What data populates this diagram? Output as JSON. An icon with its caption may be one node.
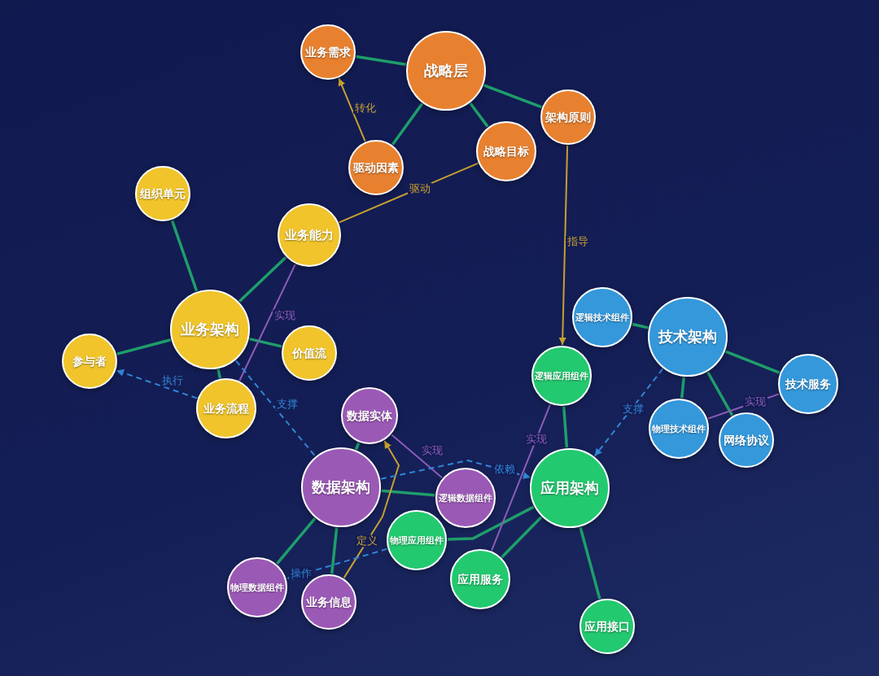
{
  "diagram": {
    "nodes": [
      {
        "text": [
          "战略层"
        ]
      },
      {
        "text": [
          "业务需求"
        ]
      },
      {
        "text": [
          "架构原则"
        ]
      },
      {
        "text": [
          "战略目标"
        ]
      },
      {
        "text": [
          "驱动因素"
        ]
      },
      {
        "text": [
          "业务架构"
        ]
      },
      {
        "text": [
          "组织单元"
        ]
      },
      {
        "text": [
          "业务能力"
        ]
      },
      {
        "text": [
          "参与者"
        ]
      },
      {
        "text": [
          "价值流"
        ]
      },
      {
        "text": [
          "业务流程"
        ]
      },
      {
        "text": [
          "数据架构"
        ]
      },
      {
        "text": [
          "数据实体"
        ]
      },
      {
        "text": [
          "逻辑数据组件"
        ]
      },
      {
        "text": [
          "物理数据组件"
        ]
      },
      {
        "text": [
          "业务信息"
        ]
      },
      {
        "text": [
          "应用架构"
        ]
      },
      {
        "text": [
          "逻辑应用组件"
        ]
      },
      {
        "text": [
          "物理应用组件"
        ]
      },
      {
        "text": [
          "应用服务"
        ]
      },
      {
        "text": [
          "应用接口"
        ]
      },
      {
        "text": [
          "技术架构"
        ]
      },
      {
        "text": [
          "逻辑技术组件"
        ]
      },
      {
        "text": [
          "技术服务"
        ]
      },
      {
        "text": [
          "物理技术组件"
        ]
      },
      {
        "text": [
          "网络协议"
        ]
      }
    ],
    "edges": [
      {
        "from": 0,
        "to": 1,
        "arrow": "none"
      },
      {
        "from": 0,
        "to": 2,
        "arrow": "none"
      },
      {
        "from": 0,
        "to": 3,
        "arrow": "none"
      },
      {
        "from": 0,
        "to": 4,
        "arrow": "none"
      },
      {
        "from": 5,
        "to": 6,
        "arrow": "none"
      },
      {
        "from": 5,
        "to": 7,
        "arrow": "none"
      },
      {
        "from": 5,
        "to": 8,
        "arrow": "none"
      },
      {
        "from": 5,
        "to": 9,
        "arrow": "none"
      },
      {
        "from": 5,
        "to": 10,
        "arrow": "none"
      },
      {
        "from": 11,
        "to": 12,
        "arrow": "none"
      },
      {
        "from": 11,
        "to": 13,
        "arrow": "none"
      },
      {
        "from": 11,
        "to": 14,
        "arrow": "none"
      },
      {
        "from": 11,
        "to": 15,
        "arrow": "none"
      },
      {
        "from": 16,
        "to": 17,
        "arrow": "none"
      },
      {
        "from": 16,
        "to": 18,
        "arrow": "none"
      },
      {
        "from": 16,
        "to": 19,
        "arrow": "none"
      },
      {
        "from": 16,
        "to": 20,
        "arrow": "none"
      },
      {
        "from": 21,
        "to": 22,
        "arrow": "none"
      },
      {
        "from": 21,
        "to": 23,
        "arrow": "none"
      },
      {
        "from": 21,
        "to": 24,
        "arrow": "none"
      },
      {
        "from": 21,
        "to": 25,
        "arrow": "none"
      },
      {
        "from": 4,
        "to": 1,
        "arrow": "to",
        "label": "转化",
        "color": "#c9a02e"
      },
      {
        "from": 3,
        "to": 7,
        "arrow": "none",
        "label": "驱动",
        "color": "#c9a02e"
      },
      {
        "from": 2,
        "to": 17,
        "arrow": "to",
        "label": "指导",
        "color": "#c9a02e"
      },
      {
        "from": 15,
        "to": 12,
        "arrow": "to",
        "label": "定义",
        "color": "#c9a02e"
      },
      {
        "from": 7,
        "to": 10,
        "arrow": "none",
        "label": "实现",
        "color": "#8e5cb8"
      },
      {
        "from": 12,
        "to": 13,
        "arrow": "none",
        "label": "实现",
        "color": "#8e5cb8"
      },
      {
        "from": 17,
        "to": 19,
        "arrow": "none",
        "label": "实现",
        "color": "#8e5cb8"
      },
      {
        "from": 23,
        "to": 24,
        "arrow": "none",
        "label": "实现",
        "color": "#8e5cb8"
      },
      {
        "from": 10,
        "to": 8,
        "arrow": "to",
        "label": "执行",
        "style": "dashed",
        "color": "#2f86d6"
      },
      {
        "from": 5,
        "to": 11,
        "arrow": "none",
        "label": "支撑",
        "style": "dashed",
        "color": "#2f86d6"
      },
      {
        "from": 21,
        "to": 16,
        "arrow": "to",
        "label": "支撑",
        "style": "dashed",
        "color": "#2f86d6"
      },
      {
        "from": 11,
        "to": 16,
        "arrow": "to",
        "label": "依赖",
        "style": "dashed",
        "color": "#2f86d6"
      },
      {
        "from": 18,
        "to": 14,
        "arrow": "to",
        "label": "操作",
        "style": "dashed",
        "color": "#2f86d6"
      }
    ]
  }
}
